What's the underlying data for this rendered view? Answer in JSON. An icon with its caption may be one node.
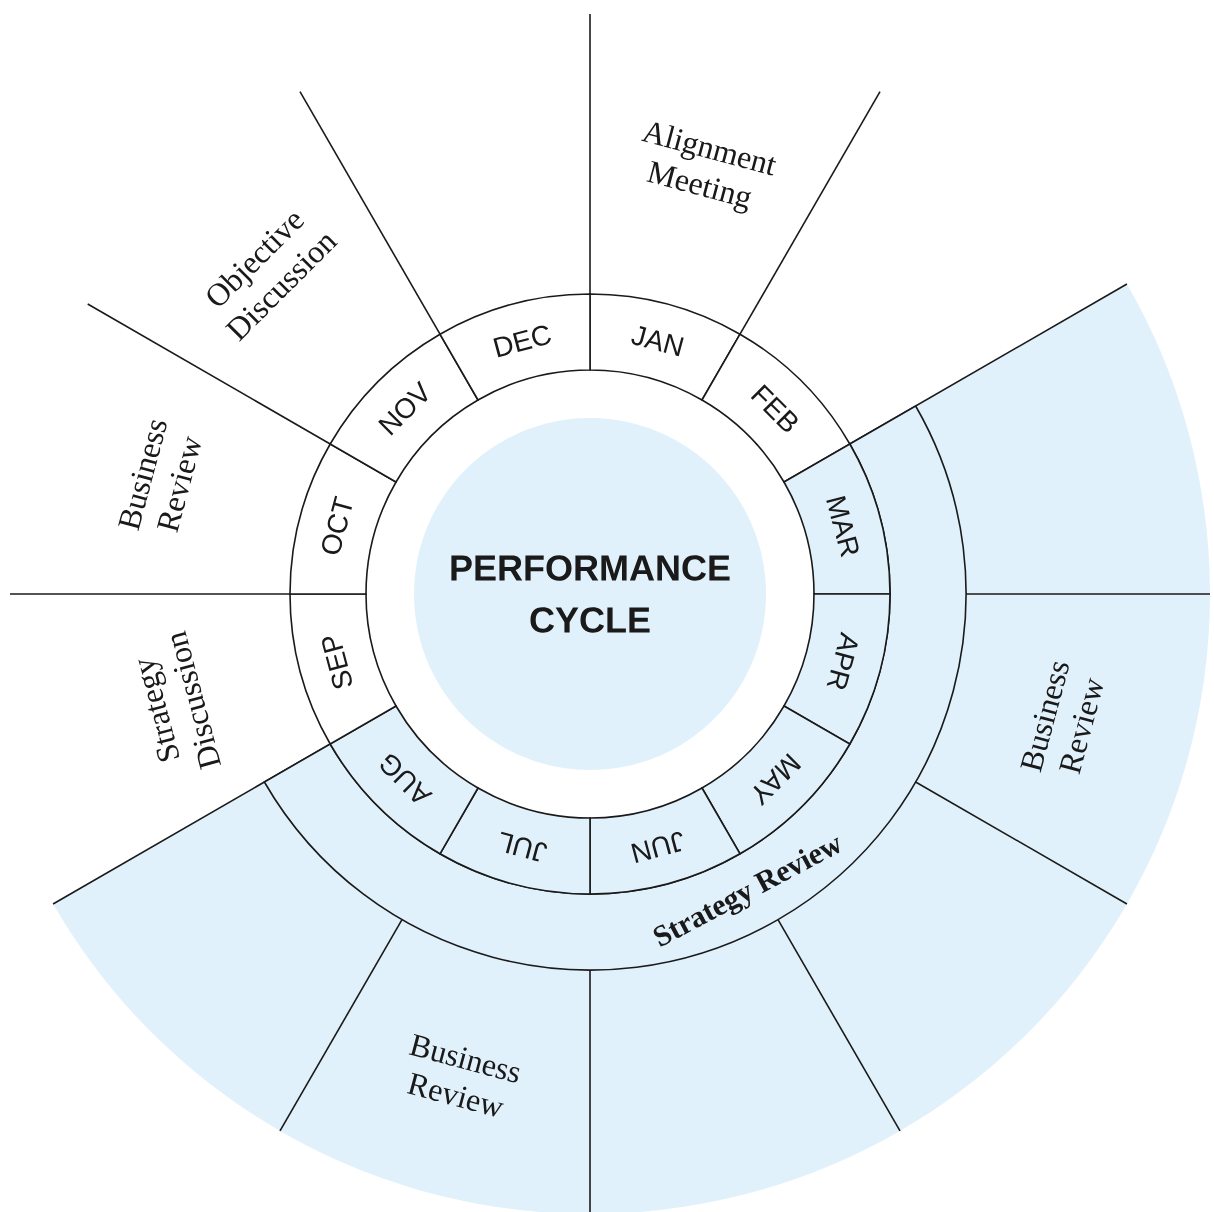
{
  "diagram": {
    "nodes": [
      {
        "text": [
          "PERFORMANCE CYCLE"
        ]
      },
      {
        "text": [
          "JAN"
        ]
      },
      {
        "text": [
          "FEB"
        ]
      },
      {
        "text": [
          "MAR"
        ]
      },
      {
        "text": [
          "APR"
        ]
      },
      {
        "text": [
          "MAY"
        ]
      },
      {
        "text": [
          "JUN"
        ]
      },
      {
        "text": [
          "JUL"
        ]
      },
      {
        "text": [
          "AUG"
        ]
      },
      {
        "text": [
          "SEP"
        ]
      },
      {
        "text": [
          "OCT"
        ]
      },
      {
        "text": [
          "NOV"
        ]
      },
      {
        "text": [
          "DEC"
        ]
      },
      {
        "text": [
          "Strategy Review"
        ]
      },
      {
        "text": [
          "Alignment Meeting"
        ]
      },
      {
        "text": [],
        "shape": "sector"
      },
      {
        "text": [],
        "shape": "sector"
      },
      {
        "text": [
          "Business Review"
        ]
      },
      {
        "text": [],
        "shape": "sector"
      },
      {
        "text": [],
        "shape": "sector"
      },
      {
        "text": [
          "Business Review"
        ]
      },
      {
        "text": [],
        "shape": "sector"
      },
      {
        "text": [
          "Strategy Discussion"
        ]
      },
      {
        "text": [
          "Business Review"
        ]
      },
      {
        "text": [
          "Objective Discussion"
        ]
      },
      {
        "text": [],
        "shape": "sector"
      }
    ]
  }
}
